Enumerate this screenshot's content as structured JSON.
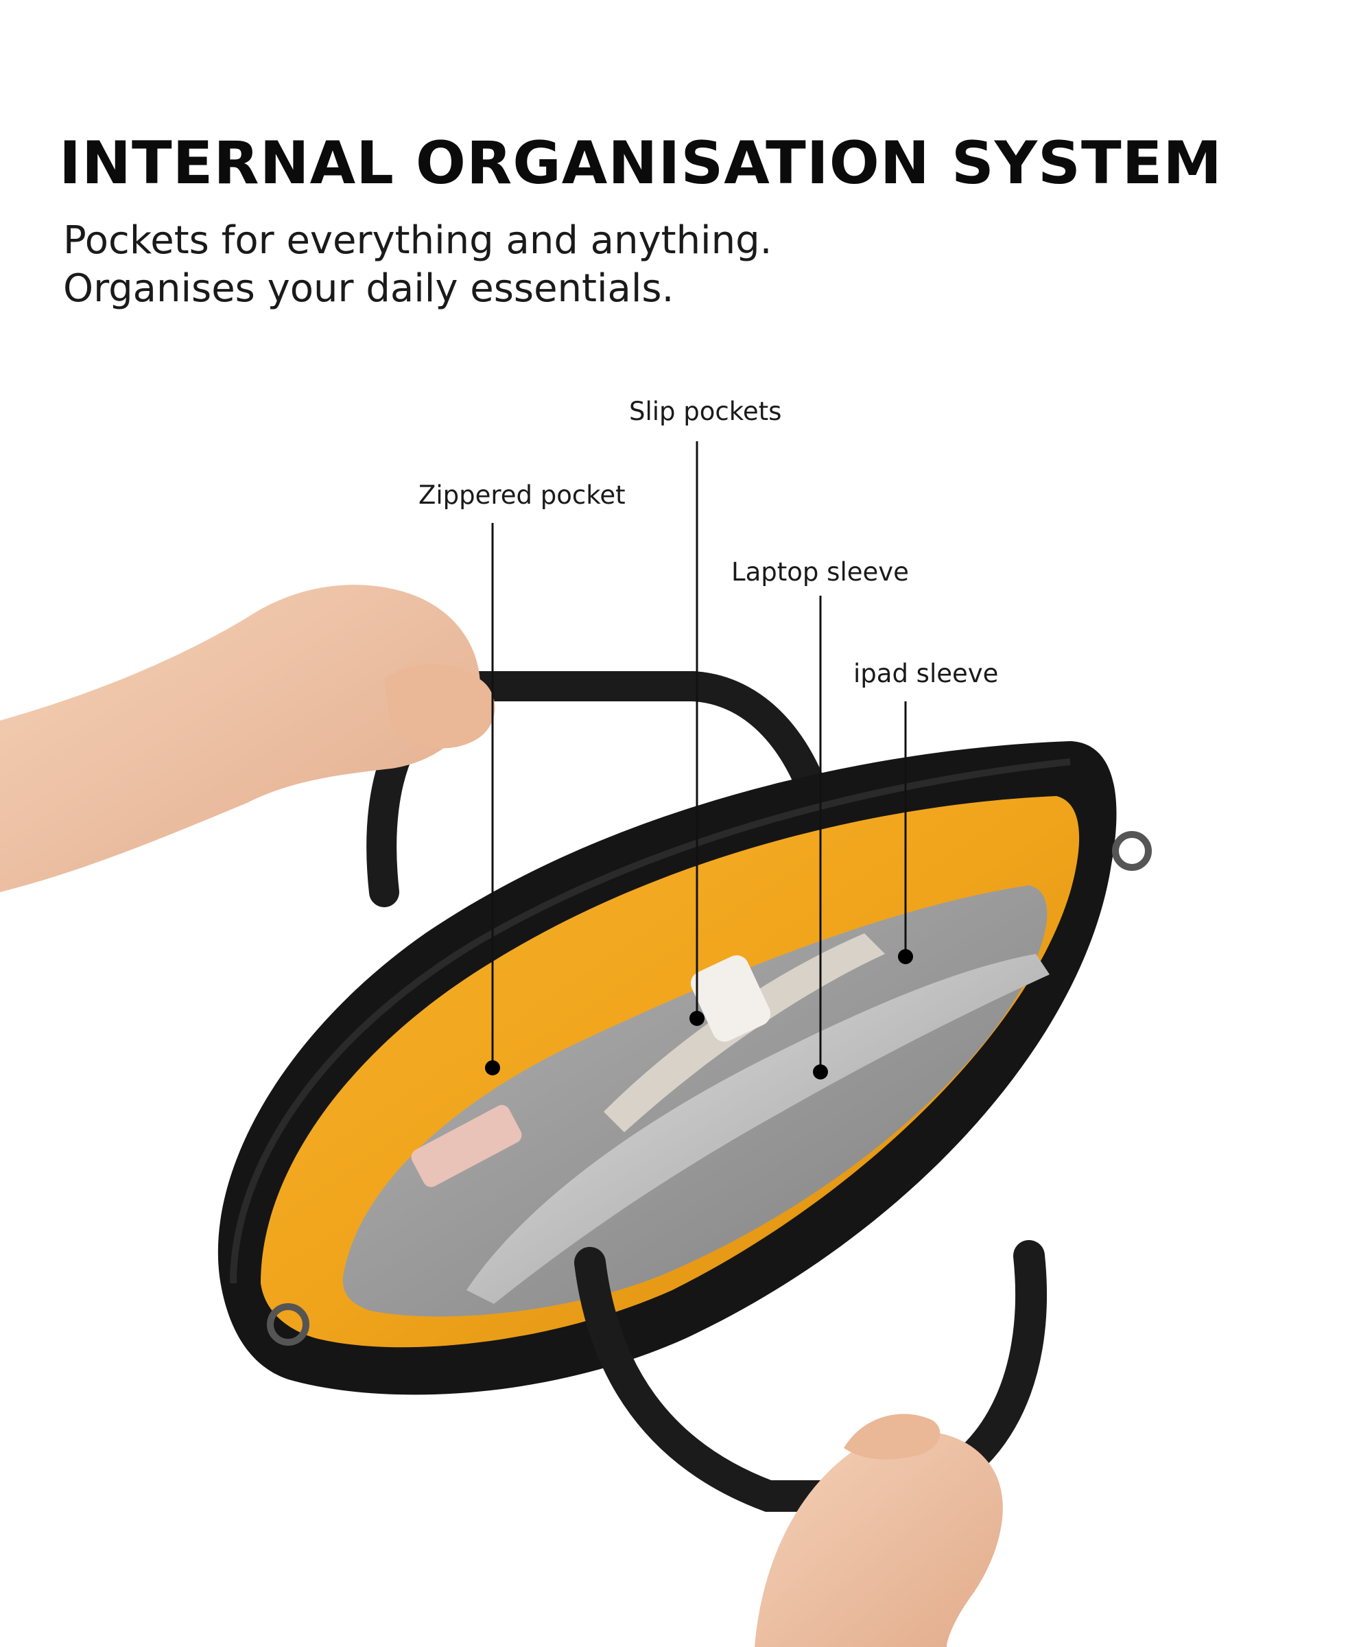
{
  "heading": {
    "title": "INTERNAL ORGANISATION SYSTEM",
    "line1": "Pockets for everything and anything.",
    "line2": "Organises your daily essentials."
  },
  "callouts": {
    "slip_pockets": "Slip pockets",
    "zippered_pocket": "Zippered pocket",
    "laptop_sleeve": "Laptop sleeve",
    "ipad_sleeve": "ipad sleeve"
  },
  "colors": {
    "lining": "#f0a41c",
    "bag_body": "#151515",
    "felt": "#9a9a9a",
    "skin": "#f1c7a9"
  }
}
